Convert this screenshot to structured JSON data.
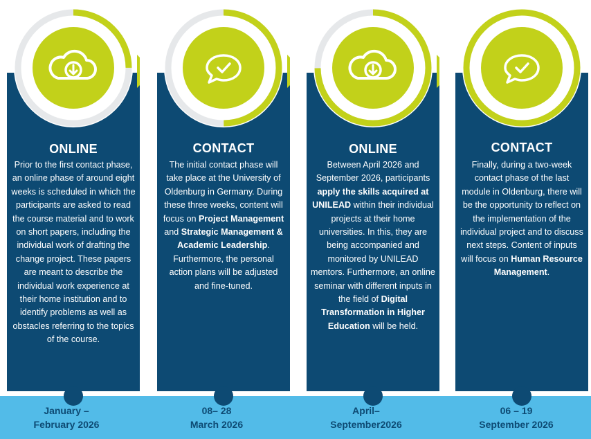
{
  "colors": {
    "navy": "#0d4a73",
    "lime": "#c2d11a",
    "ring": "#e6e8ea",
    "sky": "#52bbe8"
  },
  "phases": [
    {
      "title": "ONLINE",
      "icon": "cloud-download-icon",
      "date": "January –\nFebruary 2026",
      "desc": [
        {
          "t": "Prior to the first contact phase, an online phase of around eight weeks is scheduled in which the participants are asked to read the course material and to work on short papers, including the individual work of drafting the change project. These papers are meant to describe the individual work experience at their home institution and to identify problems as well as obstacles referring to the topics of the course.",
          "b": false
        }
      ]
    },
    {
      "title": "CONTACT",
      "icon": "chat-check-icon",
      "date": "08– 28\nMarch 2026",
      "desc": [
        {
          "t": "The initial contact phase will take place at the University of Oldenburg in Germany. During these three weeks, content will focus on ",
          "b": false
        },
        {
          "t": "Project Management",
          "b": true
        },
        {
          "t": " and ",
          "b": false
        },
        {
          "t": "Strategic Management & Academic Leadership",
          "b": true
        },
        {
          "t": ". Furthermore, the personal action plans will be adjusted and fine-tuned.",
          "b": false
        }
      ]
    },
    {
      "title": "ONLINE",
      "icon": "cloud-download-icon",
      "date": "April–\nSeptember2026",
      "desc": [
        {
          "t": "Between April 2026 and September 2026, participants ",
          "b": false
        },
        {
          "t": "apply the skills acquired at UNILEAD",
          "b": true
        },
        {
          "t": " within their individual projects at their home universities. In this, they are being accompanied and monitored by UNILEAD mentors. Furthermore, an online seminar with different inputs in the field of ",
          "b": false
        },
        {
          "t": "Digital Transformation in Higher Education",
          "b": true
        },
        {
          "t": " will be held.",
          "b": false
        }
      ]
    },
    {
      "title": "CONTACT",
      "icon": "chat-check-icon",
      "date": "06 – 19\nSeptember 2026",
      "desc": [
        {
          "t": "Finally, during a two-week contact phase of the last module in Oldenburg, there will be the opportunity to reflect on the implementation of the individual project and to discuss next steps. Content of inputs will focus on ",
          "b": false
        },
        {
          "t": "Human Resource Management",
          "b": true
        },
        {
          "t": ".",
          "b": false
        }
      ]
    }
  ]
}
